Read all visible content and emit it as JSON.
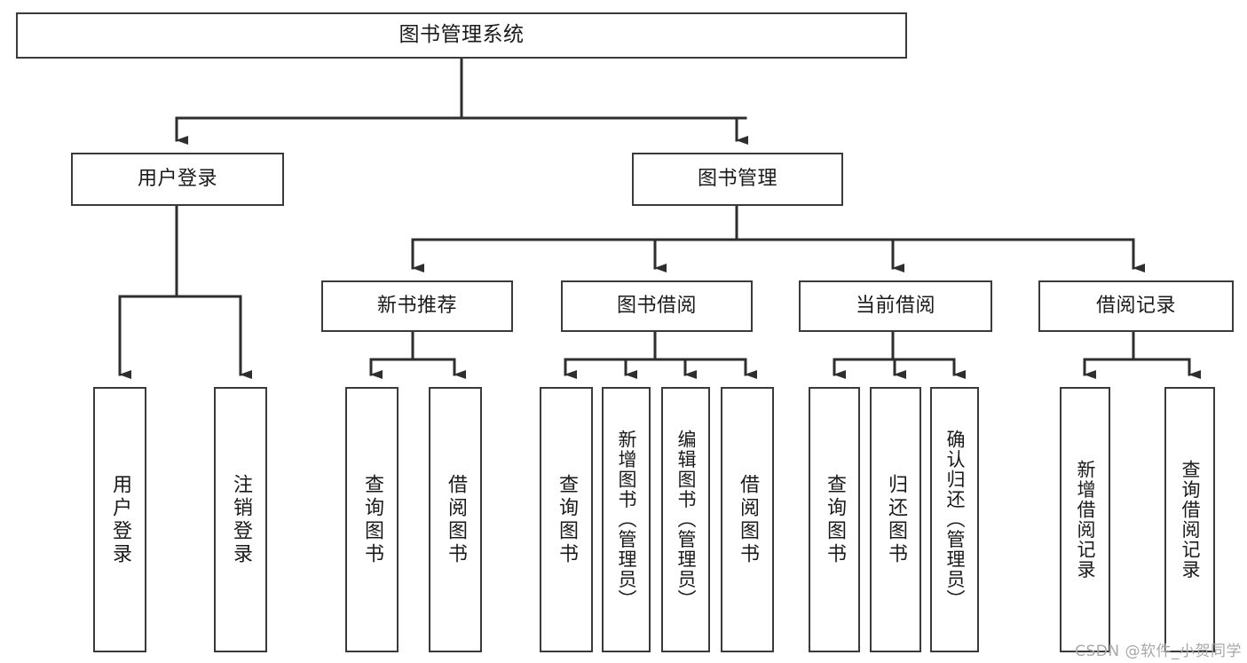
{
  "diagram": {
    "type": "tree",
    "title": "图书管理系统",
    "orientation": "top-down",
    "colors": {
      "background": "#ffffff",
      "node_fill": "#ffffff",
      "node_border": "#3a3a3a",
      "connector": "#2e2e2e",
      "text": "#1a1a1a",
      "watermark": "#a8a8a8"
    }
  },
  "nodes": {
    "root": {
      "label": "图书管理系统"
    },
    "level1": [
      {
        "label": "用户登录"
      },
      {
        "label": "图书管理"
      }
    ],
    "level2": [
      {
        "label": "新书推荐"
      },
      {
        "label": "图书借阅"
      },
      {
        "label": "当前借阅"
      },
      {
        "label": "借阅记录"
      }
    ],
    "leaves": {
      "user_login": [
        {
          "label": "用户登录"
        },
        {
          "label": "注销登录"
        }
      ],
      "new_book_recommend": [
        {
          "label": "查询图书"
        },
        {
          "label": "借阅图书"
        }
      ],
      "book_borrow": [
        {
          "label": "查询图书"
        },
        {
          "label": "新增图书（管理员）"
        },
        {
          "label": "编辑图书（管理员）"
        },
        {
          "label": "借阅图书"
        }
      ],
      "current_borrow": [
        {
          "label": "查询图书"
        },
        {
          "label": "归还图书"
        },
        {
          "label": "确认归还（管理员）"
        }
      ],
      "borrow_record": [
        {
          "label": "新增借阅记录"
        },
        {
          "label": "查询借阅记录"
        }
      ]
    }
  },
  "watermark": {
    "text": "CSDN @软件_小贺同学"
  }
}
